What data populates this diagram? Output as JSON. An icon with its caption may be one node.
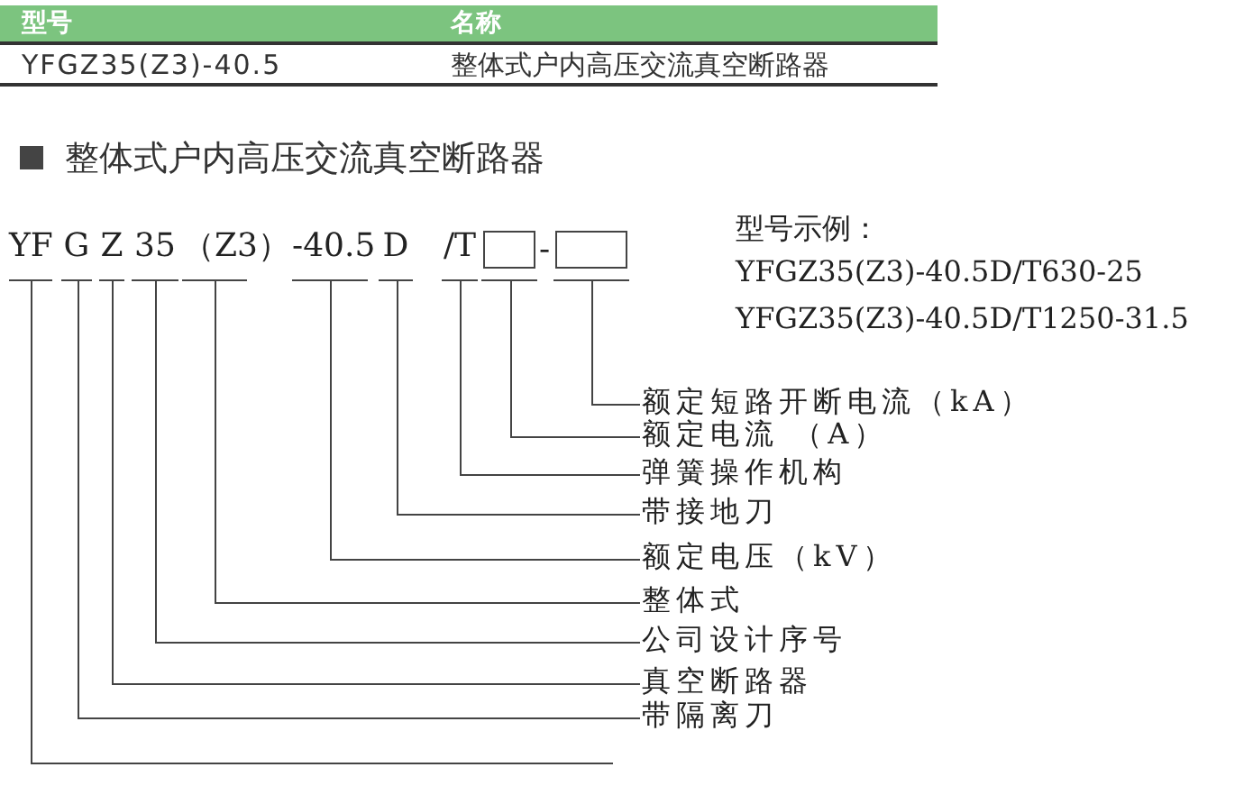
{
  "diagram": {
    "title": "整体式户内高压交流真空断路器",
    "nodes": [
      {
        "text": [
          "YF"
        ]
      },
      {
        "text": [
          "G"
        ]
      },
      {
        "text": [
          "Z"
        ]
      },
      {
        "text": [
          "35"
        ]
      },
      {
        "text": [
          "（Z3）"
        ]
      },
      {
        "text": [
          "-40.5"
        ]
      },
      {
        "text": [
          "D"
        ]
      },
      {
        "text": [
          "/T"
        ]
      },
      {
        "text": [],
        "shape": "box"
      },
      {
        "text": [],
        "shape": "box"
      },
      {
        "text": [
          "额定短路开断电流（kA）"
        ]
      },
      {
        "text": [
          "额定电流 （A）"
        ]
      },
      {
        "text": [
          "弹簧操作机构"
        ]
      },
      {
        "text": [
          "带接地刀"
        ]
      },
      {
        "text": [
          "额定电压（kV）"
        ]
      },
      {
        "text": [
          "整体式"
        ]
      },
      {
        "text": [
          "公司设计序号"
        ]
      },
      {
        "text": [
          "真空断路器"
        ]
      },
      {
        "text": [
          "带隔离刀"
        ]
      }
    ],
    "edges": [
      {
        "from": 9,
        "to": 10,
        "arrow": "none"
      },
      {
        "from": 8,
        "to": 11,
        "arrow": "none"
      },
      {
        "from": 7,
        "to": 12,
        "arrow": "none"
      },
      {
        "from": 6,
        "to": 13,
        "arrow": "none"
      },
      {
        "from": 5,
        "to": 14,
        "arrow": "none"
      },
      {
        "from": 4,
        "to": 15,
        "arrow": "none"
      },
      {
        "from": 3,
        "to": 16,
        "arrow": "none"
      },
      {
        "from": 2,
        "to": 17,
        "arrow": "none"
      },
      {
        "from": 1,
        "to": 18,
        "arrow": "none"
      },
      {
        "from": 0,
        "to": null,
        "arrow": "none"
      }
    ],
    "labels": [
      "型号",
      "名称",
      "YFGZ35(Z3)-40.5",
      "整体式户内高压交流真空断路器",
      "-",
      "型号示例：",
      "YFGZ35(Z3)-40.5D/T630-25",
      "YFGZ35(Z3)-40.5D/T1250-31.5"
    ]
  }
}
